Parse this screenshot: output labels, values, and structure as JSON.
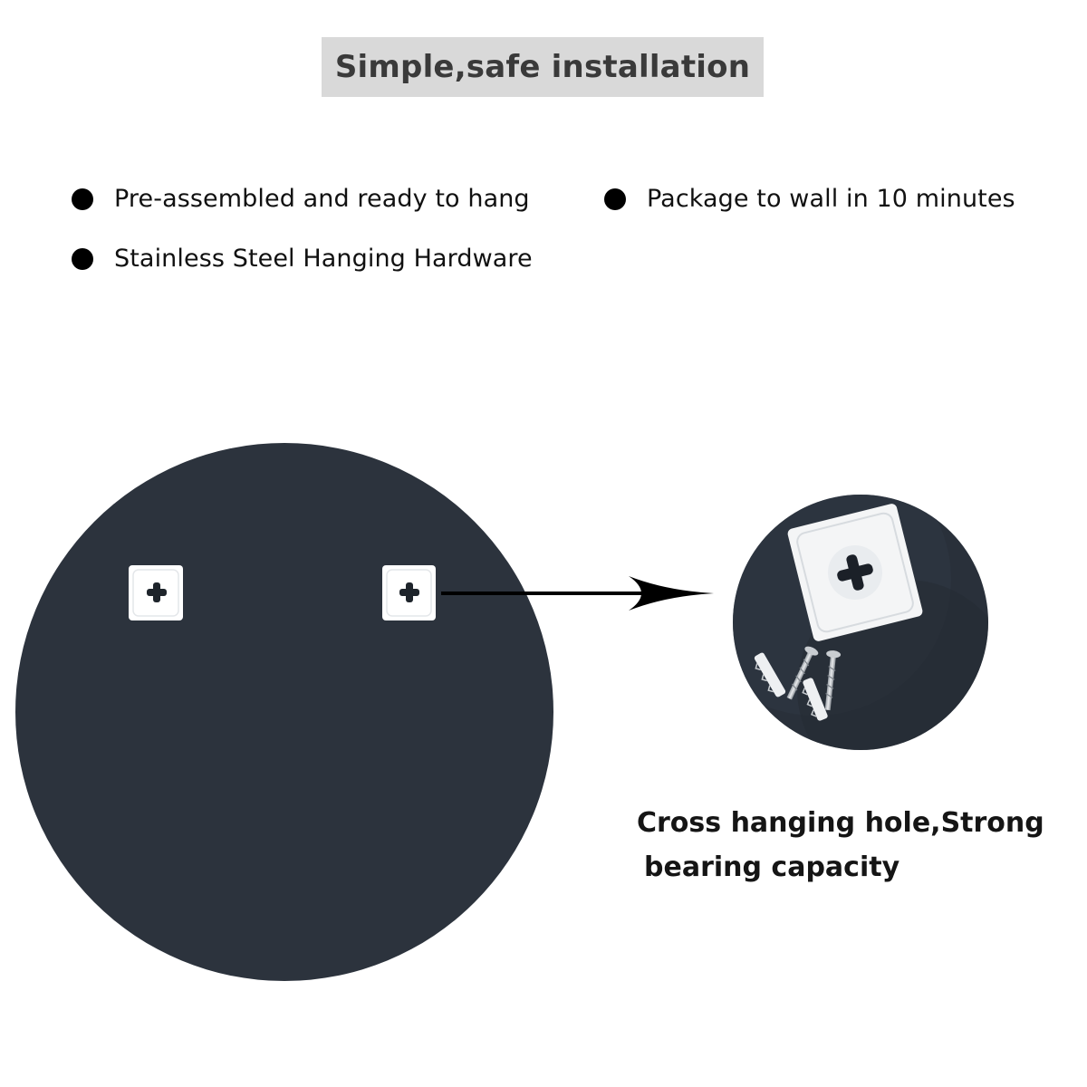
{
  "title": "Simple,safe installation",
  "features": [
    "Pre-assembled and ready to hang",
    "Package to wall in 10 minutes",
    "Stainless Steel Hanging Hardware"
  ],
  "caption": {
    "line1": "Cross hanging hole,Strong",
    "line2": "bearing capacity"
  },
  "icons": {
    "bullet": "filled-circle-icon",
    "hanger": "cross-hanging-bracket-icon",
    "arrow": "arrow-right-icon",
    "screws": "wall-anchor-screws-icon"
  },
  "colors": {
    "mirror": "#2c333d",
    "banner": "#d9d9d9",
    "title_text": "#3a3a3a",
    "bracket": "#ffffff"
  }
}
